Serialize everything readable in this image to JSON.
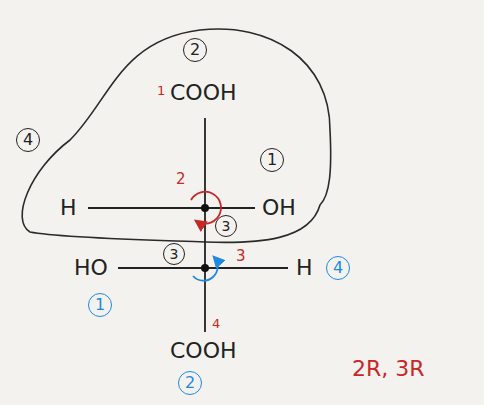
{
  "diagram": {
    "nodes": [
      {
        "text": [
          "2"
        ]
      },
      {
        "text": [
          "4"
        ]
      },
      {
        "text": [
          "1"
        ]
      },
      {
        "text": [
          "3"
        ]
      },
      {
        "text": [
          "3"
        ]
      },
      {
        "text": [
          "4"
        ]
      },
      {
        "text": [
          "1"
        ]
      },
      {
        "text": [
          "2"
        ]
      }
    ],
    "labels": [
      "1",
      "COOH",
      "H",
      "OH",
      "2",
      "HO",
      "3",
      "H",
      "4",
      "COOH",
      "2R, 3R"
    ]
  }
}
